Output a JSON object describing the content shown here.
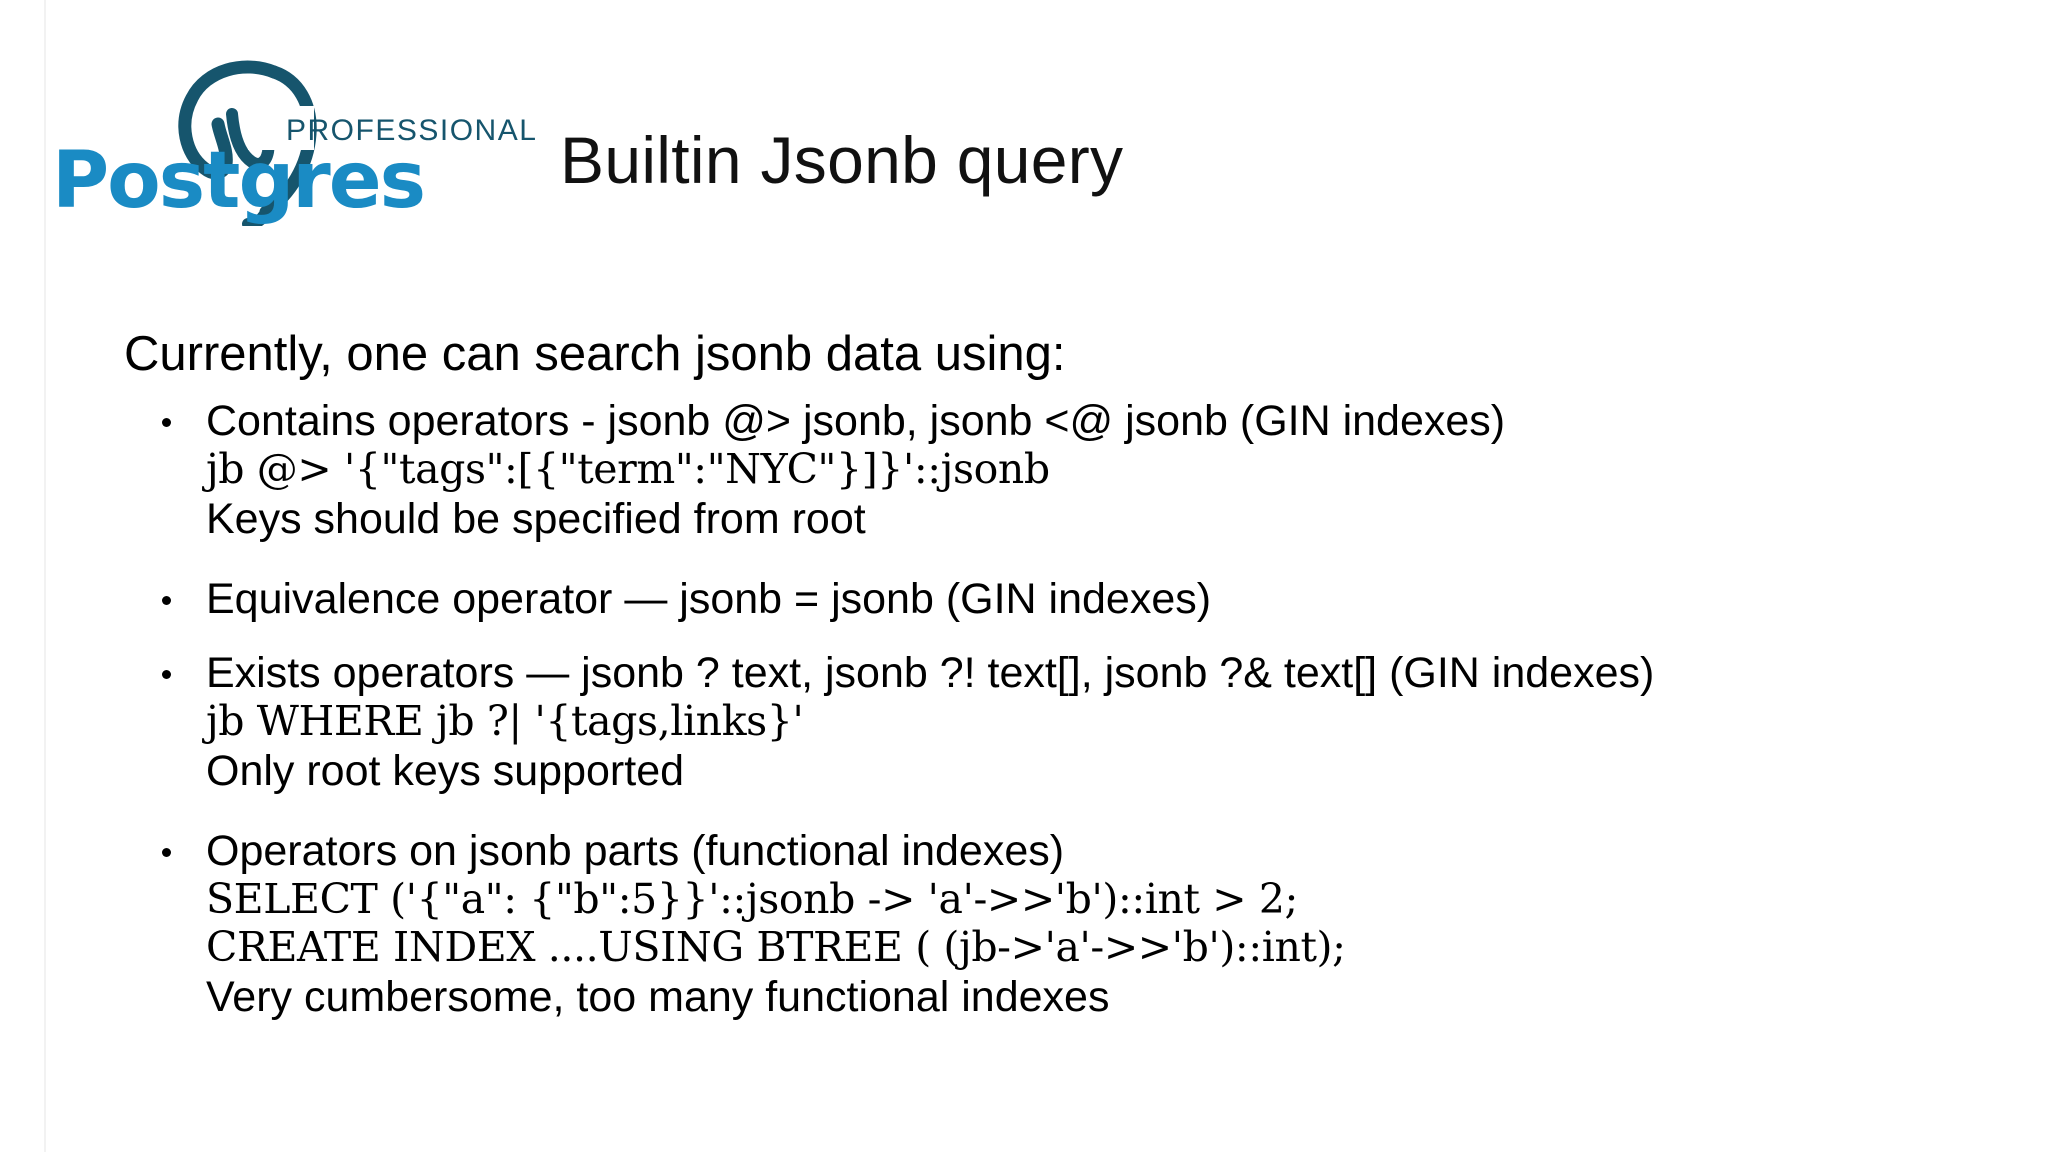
{
  "slide": {
    "title": "Builtin Jsonb query",
    "logo": {
      "wordmark": "Postgres",
      "tagline": "PROFESSIONAL",
      "mark_name": "postgres-elephant-icon",
      "brand_blue": "#1a8bc4",
      "brand_dark": "#16556d"
    },
    "intro": "Currently,  one can search jsonb data using:",
    "bullets": [
      {
        "heading": "Contains operators -  jsonb @> jsonb, jsonb <@ jsonb (GIN indexes)",
        "lines": [
          {
            "text": "jb @> '{\"tags\":[{\"term\":\"NYC\"}]}'::jsonb",
            "style": "mono"
          },
          {
            "text": "Keys should be specified from  root",
            "style": "prose"
          }
        ]
      },
      {
        "heading": "Equivalence operator — jsonb = jsonb  (GIN indexes)",
        "lines": []
      },
      {
        "heading": "Exists operators — jsonb ? text,  jsonb ?! text[], jsonb ?& text[] (GIN indexes)",
        "lines": [
          {
            "text": "jb WHERE jb ?| '{tags,links}'",
            "style": "mono"
          },
          {
            "text": "Only root keys supported",
            "style": "prose"
          }
        ]
      },
      {
        "heading": "Operators on jsonb parts  (functional indexes)",
        "lines": [
          {
            "text": "SELECT ('{\"a\": {\"b\":5}}'::jsonb -> 'a'->>'b')::int > 2;",
            "style": "mono"
          },
          {
            "text": "CREATE INDEX ....USING BTREE ( (jb->'a'->>'b')::int);",
            "style": "mono"
          },
          {
            "text": "Very cumbersome, too many functional indexes",
            "style": "prose"
          }
        ]
      }
    ]
  }
}
